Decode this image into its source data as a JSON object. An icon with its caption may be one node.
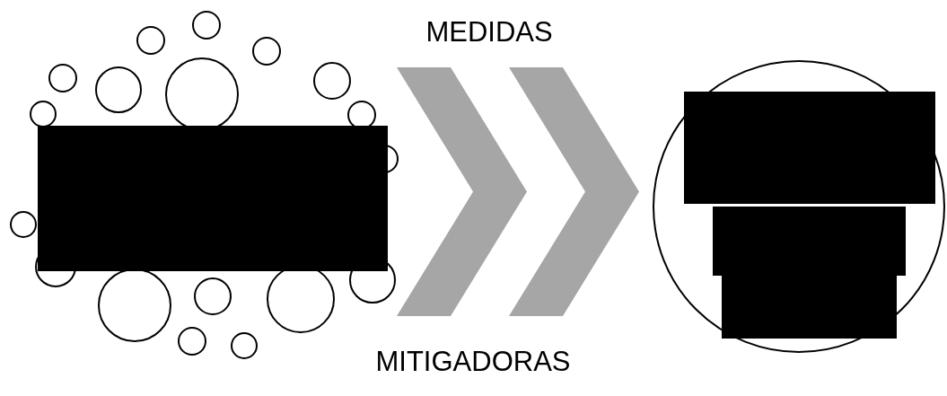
{
  "diagram": {
    "nodes": [
      {
        "text": [],
        "shape": "box"
      },
      {
        "text": [],
        "shape": "circle"
      },
      {
        "text": [],
        "shape": "box",
        "in": 1
      },
      {
        "text": [],
        "shape": "box",
        "in": 1
      },
      {
        "text": [],
        "shape": "box",
        "in": 1
      }
    ],
    "edges": [
      {
        "from": 0,
        "to": 1,
        "arrow": "to"
      }
    ],
    "labels": [
      "MEDIDAS",
      "MITIGADORAS"
    ]
  }
}
